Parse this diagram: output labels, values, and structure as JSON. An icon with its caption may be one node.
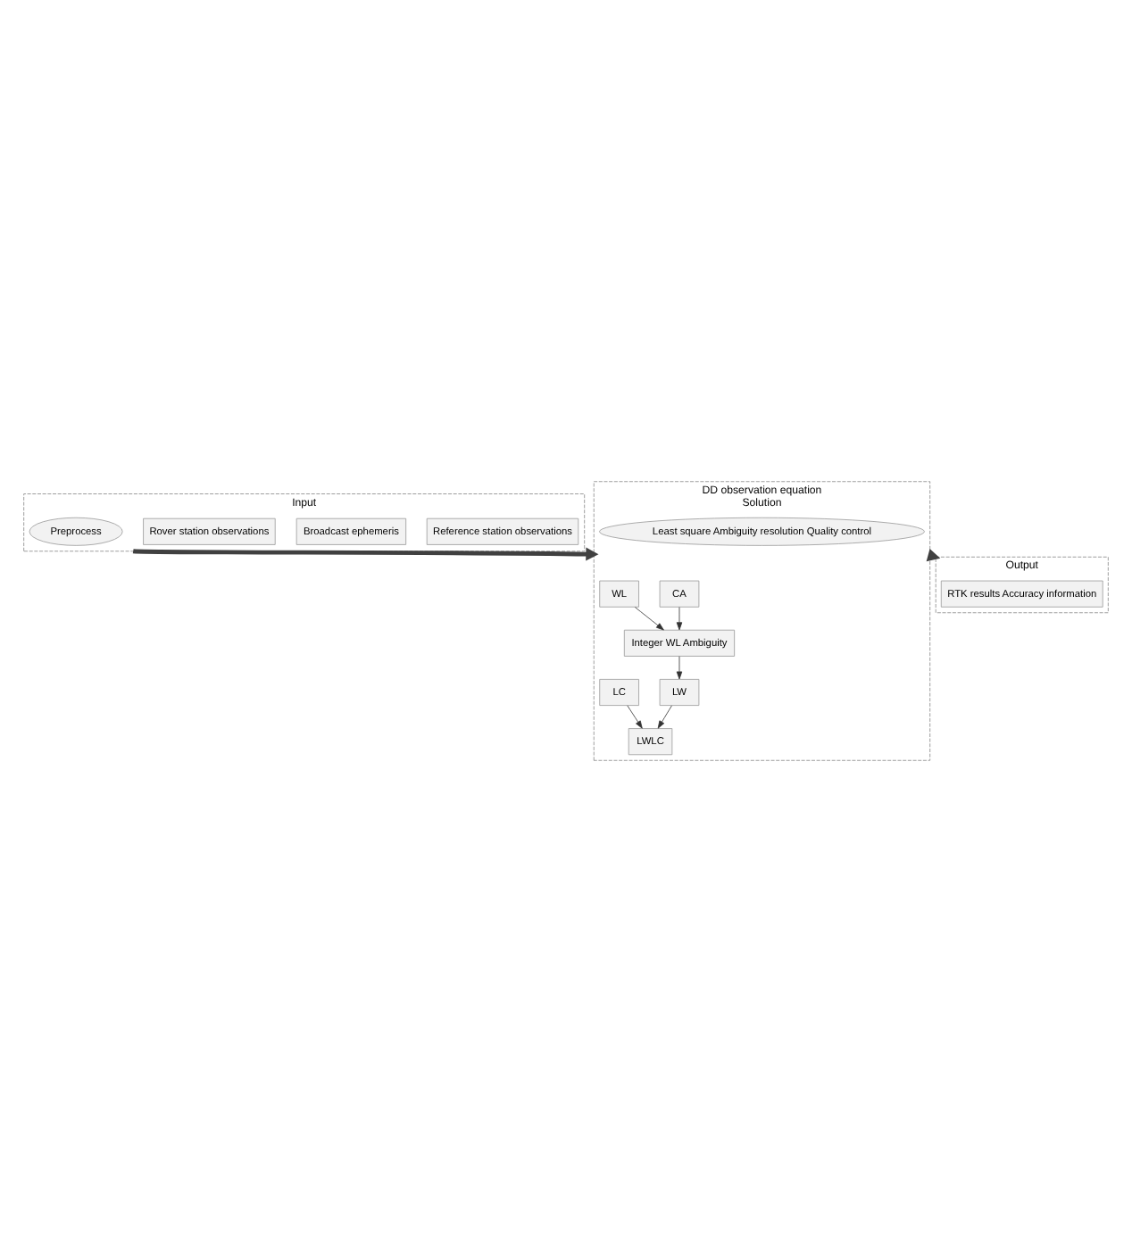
{
  "diagram": {
    "nodes": [
      {
        "text": [
          "Input"
        ]
      },
      {
        "text": [
          "Reference station observations"
        ],
        "in": 0
      },
      {
        "text": [
          "Broadcast ephemeris"
        ],
        "in": 0
      },
      {
        "text": [
          "Rover station observations"
        ],
        "in": 0
      },
      {
        "text": [
          "Preprocess"
        ],
        "in": 0
      },
      {
        "text": [
          "DD observation equation",
          "Solution"
        ]
      },
      {
        "text": [
          "CA"
        ],
        "in": 5
      },
      {
        "text": [
          "WL"
        ],
        "in": 5
      },
      {
        "text": [
          "Integer WL Ambiguity"
        ],
        "in": 5
      },
      {
        "text": [
          "LW"
        ],
        "in": 5
      },
      {
        "text": [
          "LC"
        ],
        "in": 5
      },
      {
        "text": [
          "LWLC"
        ],
        "in": 5
      },
      {
        "text": [
          "Least square Ambiguity resolution Quality control"
        ],
        "in": 5
      },
      {
        "text": [
          "Output"
        ]
      },
      {
        "text": [
          "RTK results Accuracy information"
        ],
        "in": 13
      }
    ],
    "edges": [
      {
        "from": 0,
        "to": 5,
        "arrow": "to",
        "style": "thick",
        "color": "#404040"
      },
      {
        "from": 6,
        "to": 8,
        "arrow": "to"
      },
      {
        "from": 7,
        "to": 8,
        "arrow": "to"
      },
      {
        "from": 8,
        "to": 9,
        "arrow": "to"
      },
      {
        "from": 9,
        "to": 11,
        "arrow": "to"
      },
      {
        "from": 10,
        "to": 11,
        "arrow": "to"
      },
      {
        "from": 5,
        "to": 13,
        "arrow": "to",
        "style": "thick",
        "color": "#404040"
      }
    ]
  }
}
